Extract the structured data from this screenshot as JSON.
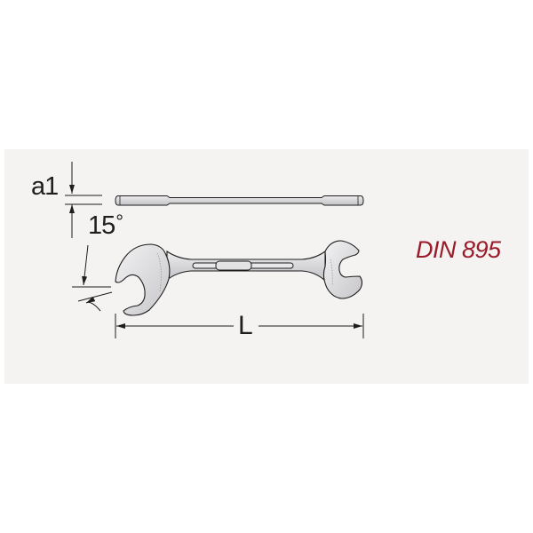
{
  "diagram": {
    "type": "technical-drawing",
    "subject": "double open-end wrench",
    "standard_label": "DIN 895",
    "annotations": {
      "thickness_label": "a1",
      "angle_value": "15",
      "angle_unit": "°",
      "length_label": "L"
    },
    "views": [
      {
        "name": "side-view",
        "description": "thin flat bar showing thickness a1"
      },
      {
        "name": "top-view",
        "description": "wrench with two open jaws angled 15°"
      }
    ]
  },
  "colors": {
    "page_background": "#ffffff",
    "panel_background": "#f4f3f1",
    "line": "#1e1e1e",
    "wrench_fill": "#d9d9dc",
    "standard_label": "#9b1b2a"
  }
}
